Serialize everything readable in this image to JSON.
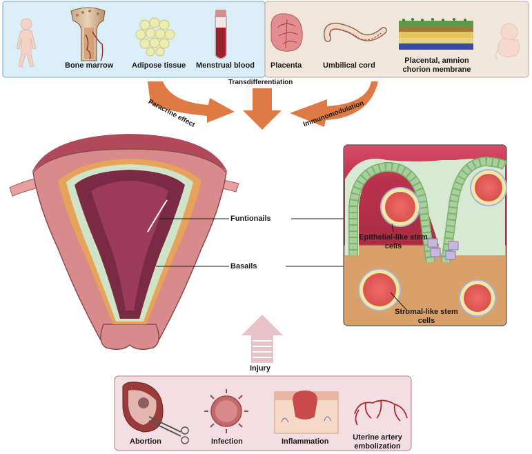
{
  "top_sources": {
    "adult": [
      "Bone marrow",
      "Adipose tissue",
      "Menstrual blood"
    ],
    "perinatal": [
      "Placenta",
      "Umbilical cord",
      "Placental, amnion chorion membrane"
    ]
  },
  "arrows": {
    "left": "Paracrine effect",
    "center": "Transdifferentiation",
    "right": "Immunomodulation",
    "bottom": "Injury"
  },
  "uterus_labels": {
    "functional": "Funtionails",
    "basal": "Basails"
  },
  "inset_labels": {
    "epithelial": "Epithelial-like stem cells",
    "stromal": "Stromal-like stem cells"
  },
  "injury_causes": [
    "Abortion",
    "Infection",
    "Inflammation",
    "Uterine artery embolization"
  ],
  "colors": {
    "adult_panel": "#dbeef8",
    "perinatal_panel": "#f1e6db",
    "injury_panel": "#f3dee3",
    "arrow": "#e07a45",
    "injury_arrow": "#e8c2c8",
    "stromal": "#d9a06a",
    "functional": "#d7e9d2",
    "uterus": "#d98a8a"
  }
}
